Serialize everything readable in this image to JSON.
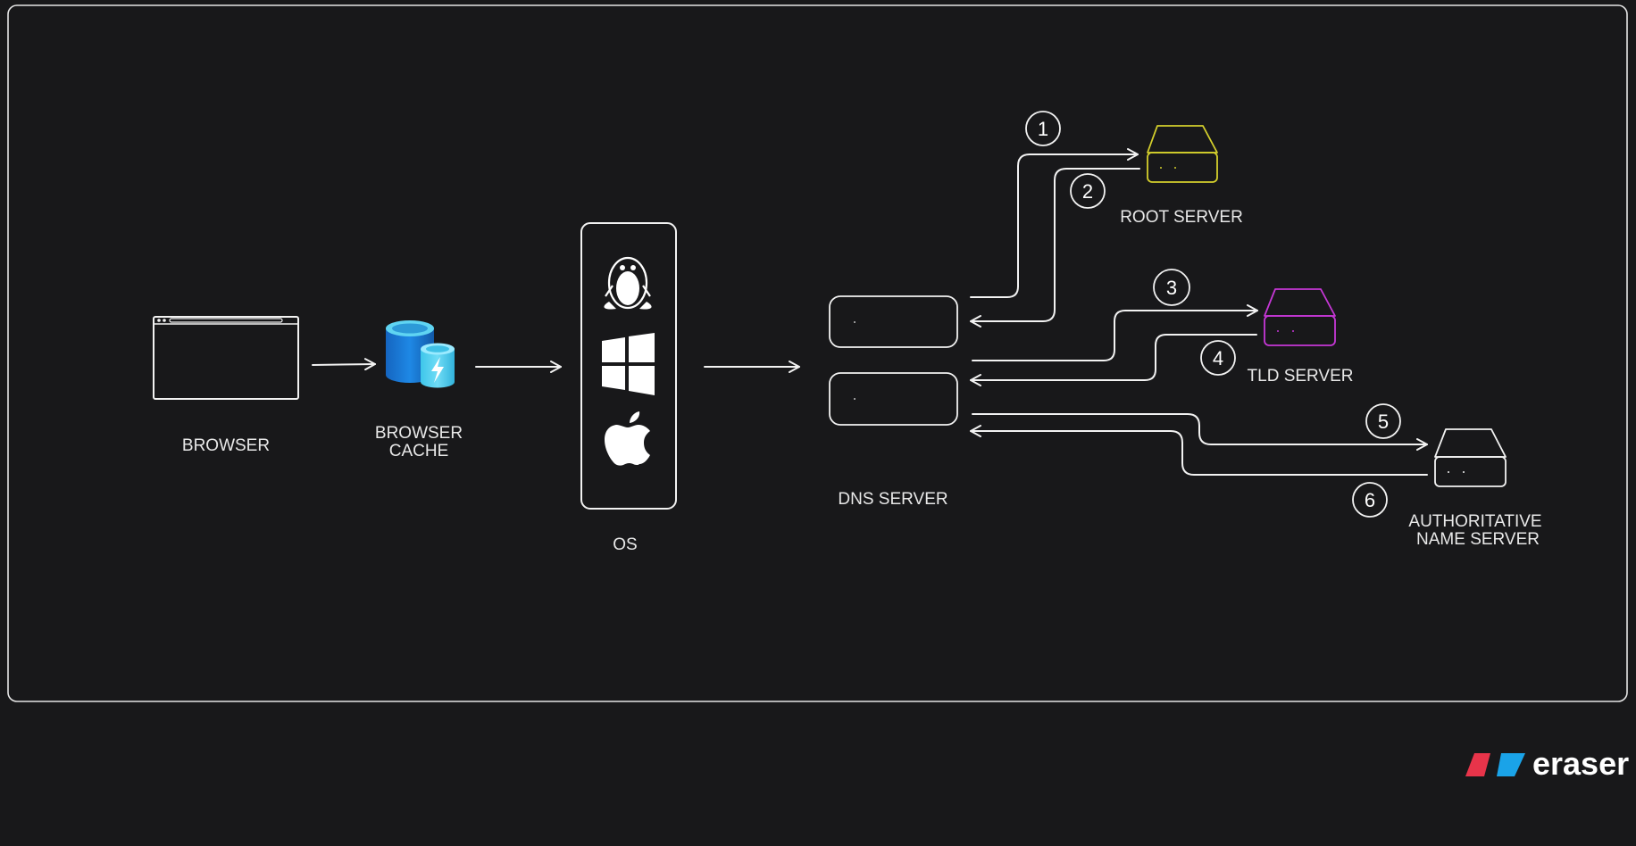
{
  "diagram": {
    "nodes": {
      "browser": {
        "label": "BROWSER"
      },
      "browser_cache": {
        "label_line1": "BROWSER",
        "label_line2": "CACHE"
      },
      "os": {
        "label": "OS"
      },
      "dns_server": {
        "label": "DNS SERVER"
      },
      "root_server": {
        "label": "ROOT SERVER",
        "color": "#d4cf2c"
      },
      "tld_server": {
        "label": "TLD SERVER",
        "color": "#c637d6"
      },
      "authoritative_server": {
        "label_line1": "AUTHORITATIVE",
        "label_line2": "NAME SERVER",
        "color": "#f2f2f2"
      }
    },
    "steps": [
      "1",
      "2",
      "3",
      "4",
      "5",
      "6"
    ]
  },
  "branding": {
    "name": "eraser",
    "colors": [
      "#e8344a",
      "#1aa3e8"
    ]
  },
  "colors": {
    "background": "#18181a",
    "stroke": "#f2f2f2",
    "cache_blue": "#1b8fe0",
    "cache_light": "#5fd4f2"
  }
}
